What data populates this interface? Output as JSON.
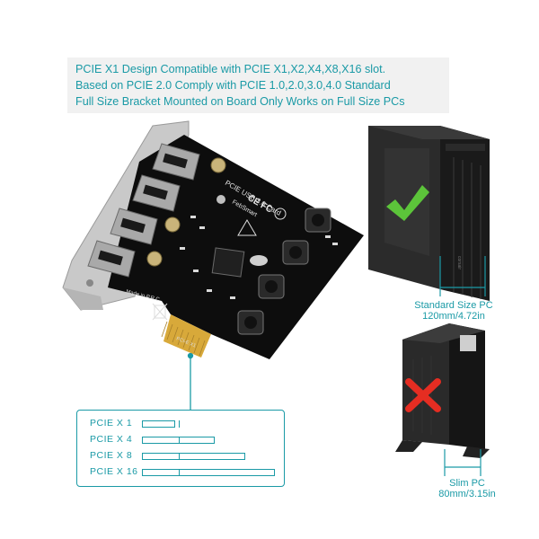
{
  "banner": {
    "line1": "PCIE X1 Design Compatible with PCIE X1,X2,X4,X8,X16 slot.",
    "line2": "Based on PCIE 2.0 Comply with PCIE 1.0,2.0,3.0,4.0 Standard",
    "line3": "Full Size Bracket Mounted on Board Only Works on Full Size PCs"
  },
  "card": {
    "title": "PCIE USB 3.0 Card",
    "brand": "FebSmart",
    "made_in": "Made in P.R.C",
    "connector": "PCI-E X1"
  },
  "standard_pc": {
    "label": "Standard Size PC",
    "size": "120mm/4.72in",
    "status_icon": "green-check-icon",
    "brand_mark": "corsair"
  },
  "slim_pc": {
    "label": "Slim PC",
    "size": "80mm/3.15in",
    "status_icon": "red-x-icon"
  },
  "slots": [
    {
      "label": "PCIE X 1",
      "fraction": 0.25
    },
    {
      "label": "PCIE X 4",
      "fraction": 0.55
    },
    {
      "label": "PCIE X 8",
      "fraction": 0.78
    },
    {
      "label": "PCIE X 16",
      "fraction": 1.0
    }
  ],
  "colors": {
    "accent": "#1a9aa6",
    "check": "#5cc43a",
    "cross": "#e52d22"
  }
}
